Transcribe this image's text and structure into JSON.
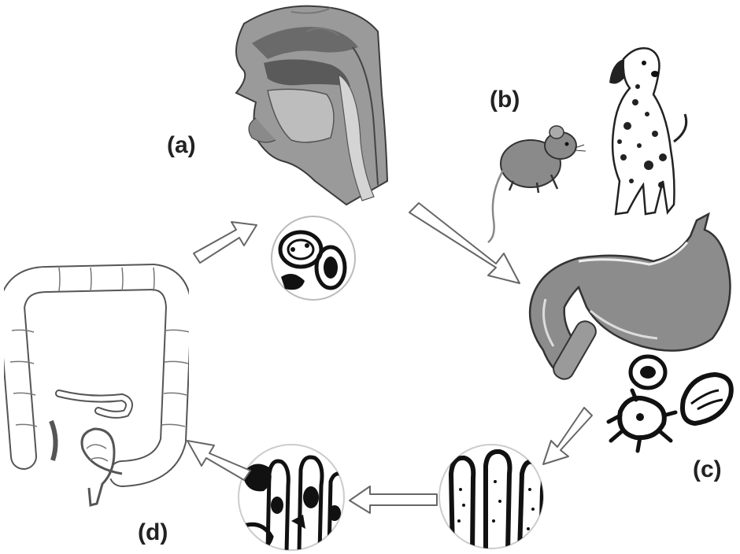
{
  "labels": {
    "a": "(a)",
    "b": "(b)",
    "c": "(c)",
    "d": "(d)"
  },
  "colors": {
    "organ_fill": "#8c8c8c",
    "organ_dark": "#5a5a5a",
    "organ_light": "#c8c8c8",
    "ink": "#111111",
    "background": "#ffffff"
  },
  "icons": [
    "head-cross-section-icon",
    "cyst-cluster-icon",
    "mouse-icon",
    "dalmatian-dog-icon",
    "stomach-icon",
    "trophozoite-icon",
    "intestinal-villi-icon",
    "colonized-mucosa-icon",
    "large-intestine-icon",
    "cycle-arrow-icon"
  ]
}
